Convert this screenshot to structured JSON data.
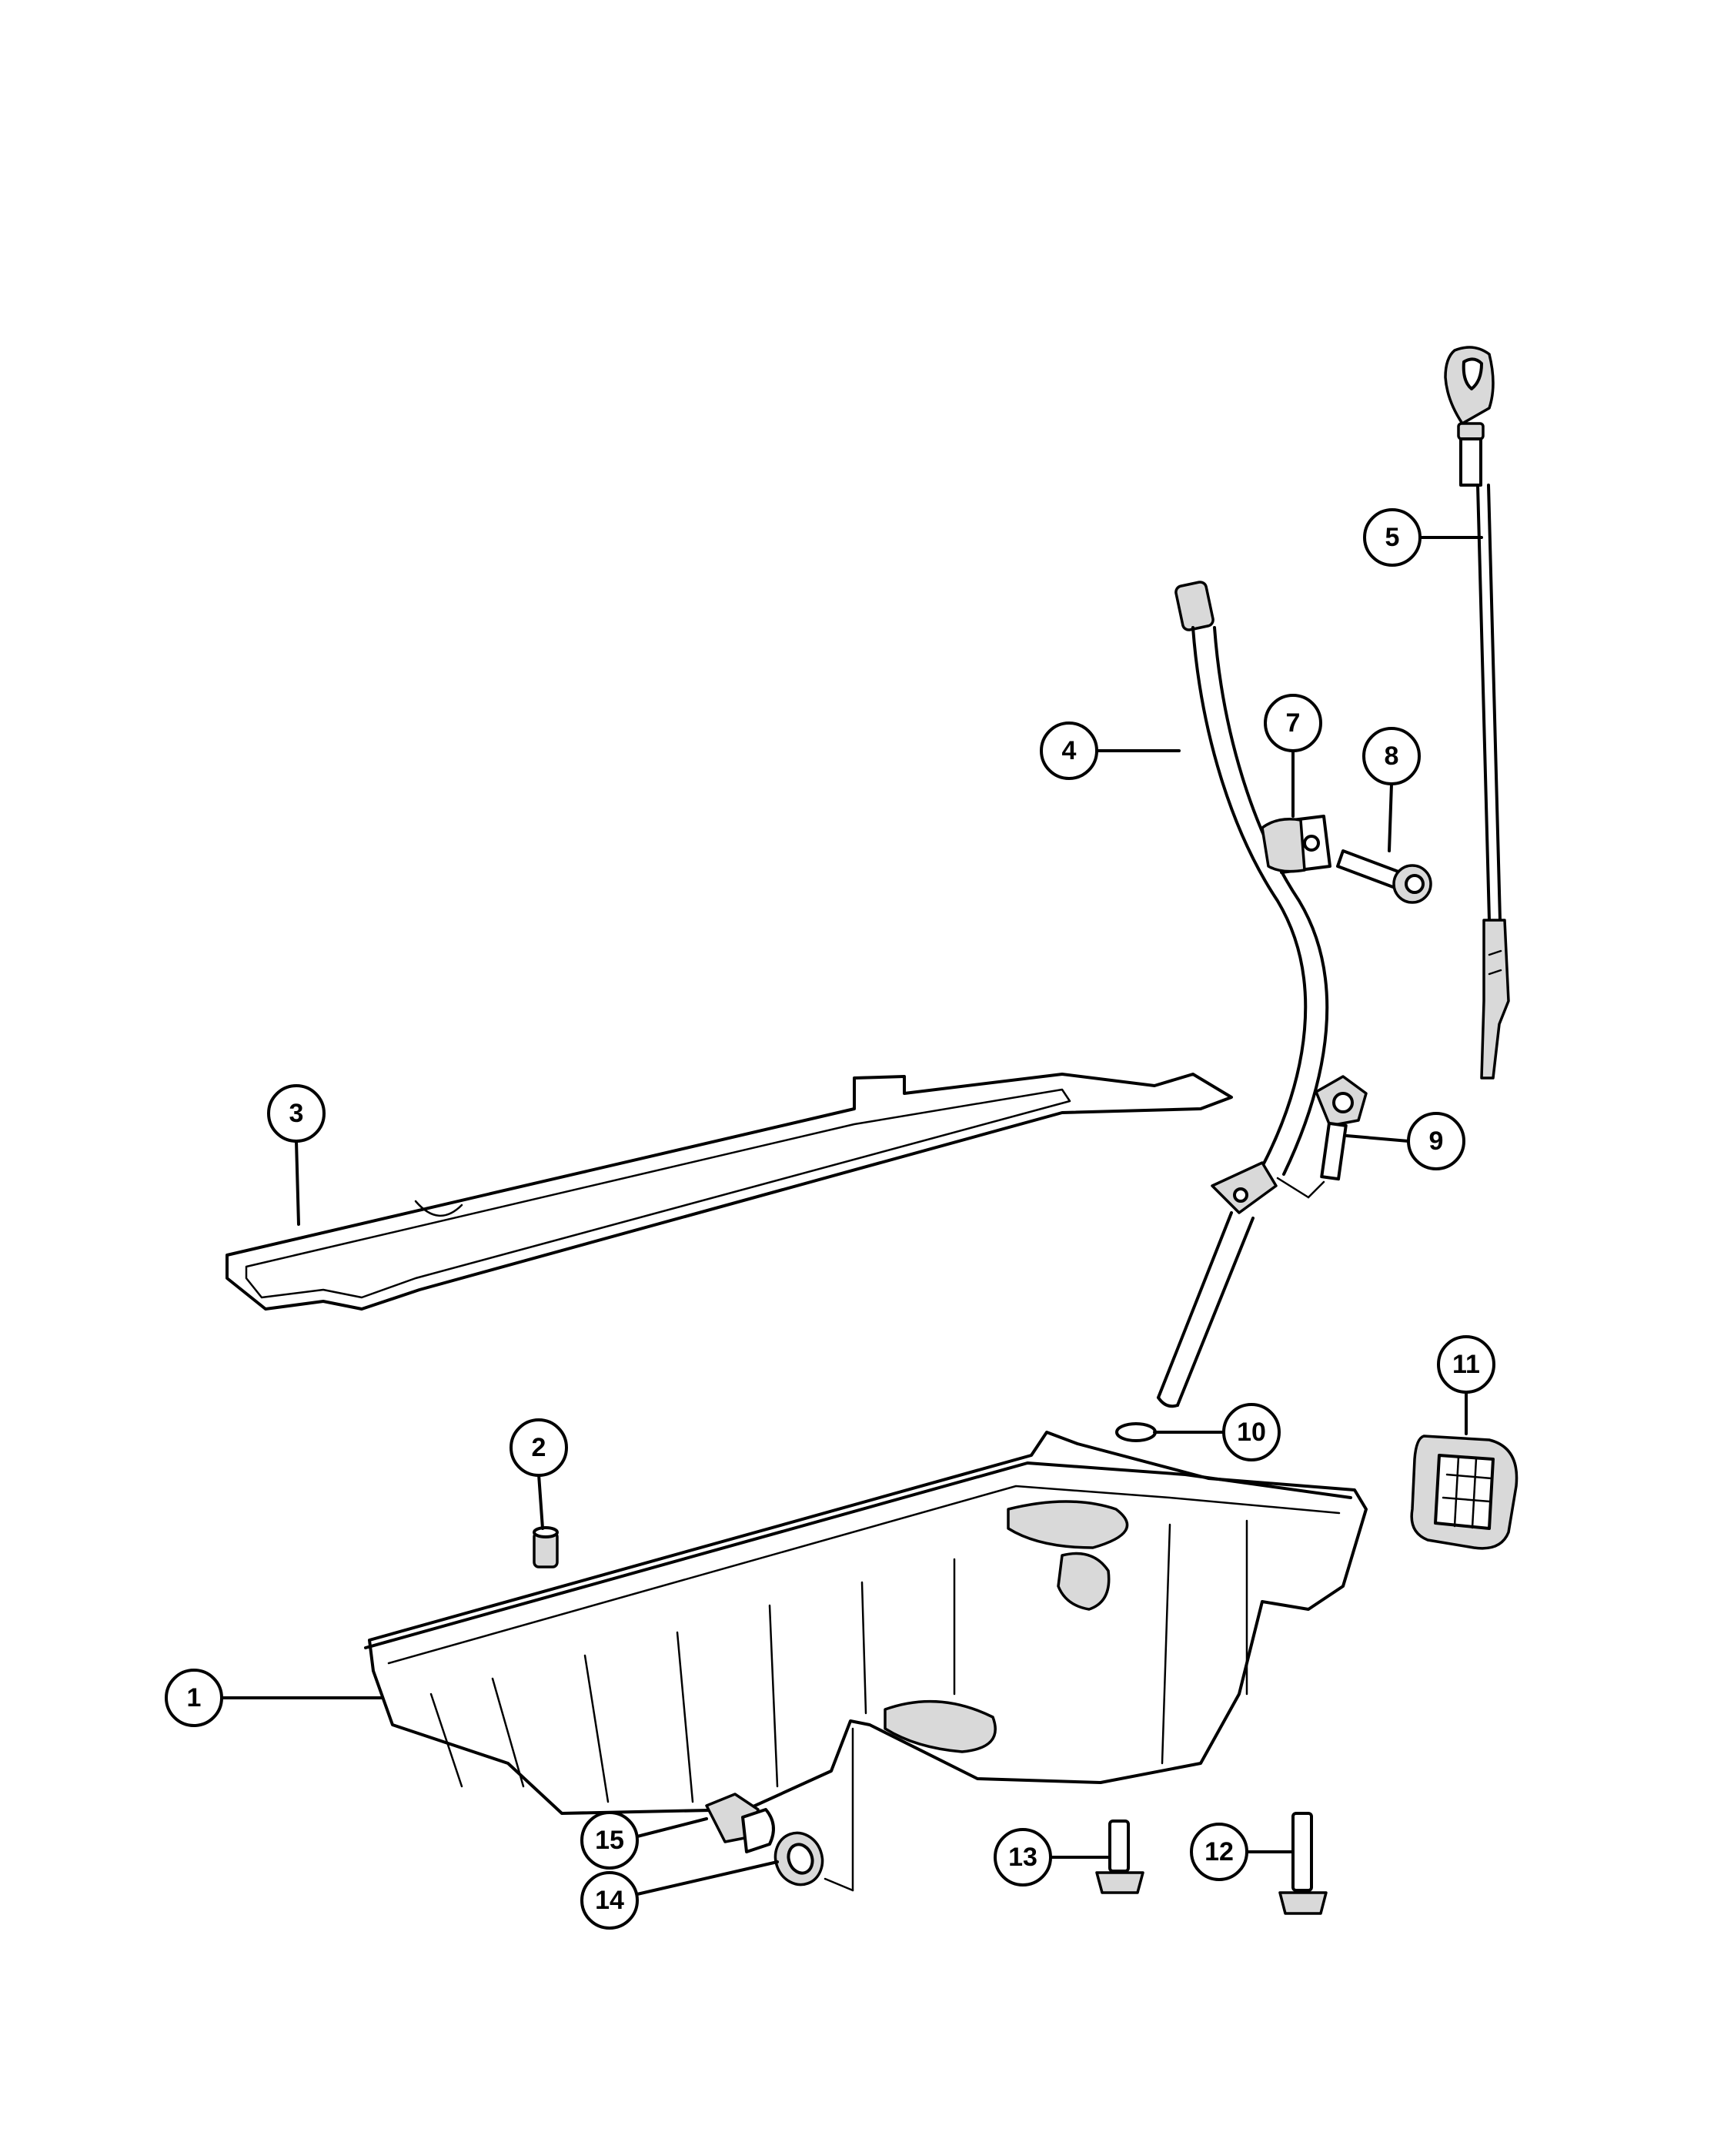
{
  "callouts": [
    {
      "id": "1",
      "label": "1"
    },
    {
      "id": "2",
      "label": "2"
    },
    {
      "id": "3",
      "label": "3"
    },
    {
      "id": "4",
      "label": "4"
    },
    {
      "id": "5",
      "label": "5"
    },
    {
      "id": "7",
      "label": "7"
    },
    {
      "id": "8",
      "label": "8"
    },
    {
      "id": "9",
      "label": "9"
    },
    {
      "id": "10",
      "label": "10"
    },
    {
      "id": "11",
      "label": "11"
    },
    {
      "id": "12",
      "label": "12"
    },
    {
      "id": "13",
      "label": "13"
    },
    {
      "id": "14",
      "label": "14"
    },
    {
      "id": "15",
      "label": "15"
    }
  ],
  "colors": {
    "ink": "#000000",
    "paper": "#ffffff",
    "shade": "#d9d9d9"
  }
}
